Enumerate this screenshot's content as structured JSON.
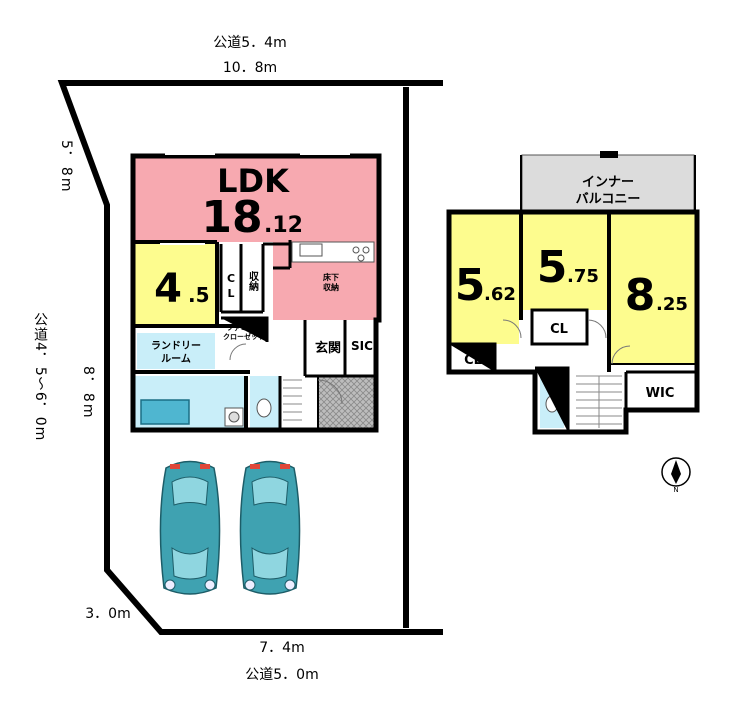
{
  "site": {
    "road_top": "公道5．4m",
    "width_top": "10．8m",
    "road_left": "公道4．5～6．0m",
    "depth_left_upper": "5．8m",
    "depth_left": "8．8m",
    "corner_bottom": "3．0m",
    "width_bottom": "7．4m",
    "road_bottom": "公道5．0m"
  },
  "floor1": {
    "ldk_label": "LDK",
    "ldk_size_int": "18",
    "ldk_size_dec": ".12",
    "room_size_int": "4",
    "room_size_dec": ".5",
    "cl_label_1": "C",
    "cl_label_2": "L",
    "storage_label": "収納",
    "underfloor_label_1": "床下",
    "underfloor_label_2": "収納",
    "family_closet_1": "ファミリー",
    "family_closet_2": "クローゼット",
    "laundry_1": "ランドリー",
    "laundry_2": "ルーム",
    "entrance": "玄関",
    "sic": "SIC"
  },
  "floor2": {
    "balcony_1": "インナー",
    "balcony_2": "バルコニー",
    "room_a_int": "5",
    "room_a_dec": ".62",
    "room_b_int": "5",
    "room_b_dec": ".75",
    "room_c_int": "8",
    "room_c_dec": ".25",
    "cl_a": "CL",
    "cl_b": "CL",
    "wic": "WIC"
  },
  "compass": {
    "north": "N"
  },
  "colors": {
    "ldk": "#f7a9b0",
    "room_yellow": "#fdfc8e",
    "water": "#c9eef9",
    "balcony": "#dcdcdc",
    "entrance_tile": "#a9a9a9",
    "car": "#3fa2b1",
    "wall": "#000000"
  }
}
